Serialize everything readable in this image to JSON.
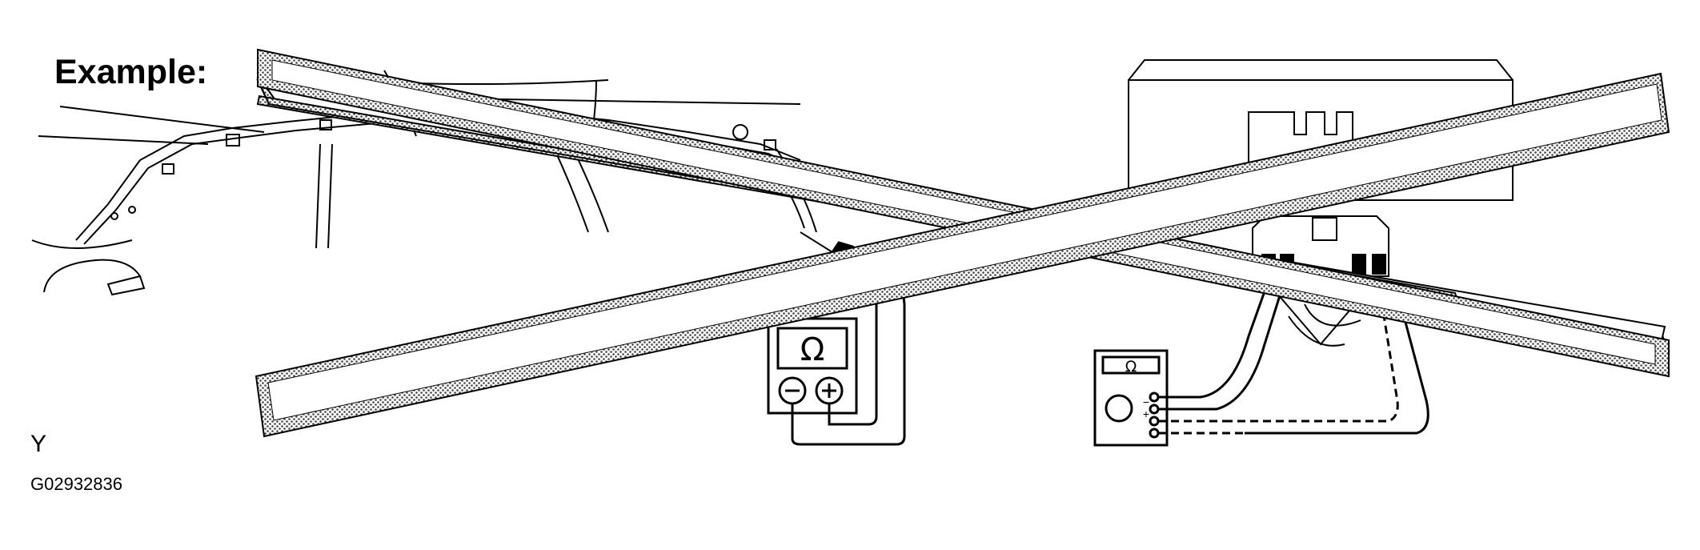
{
  "header": {
    "title": "Example:"
  },
  "footer": {
    "view_letter": "Y",
    "figure_code": "G02932836"
  },
  "meters": {
    "left": {
      "symbol": "Ω",
      "neg": "−",
      "pos": "+"
    },
    "right": {
      "symbol": "Ω",
      "neg": "−",
      "pos": "+"
    }
  },
  "colors": {
    "line": "#000000",
    "background": "#ffffff",
    "hatch": "#555555"
  }
}
